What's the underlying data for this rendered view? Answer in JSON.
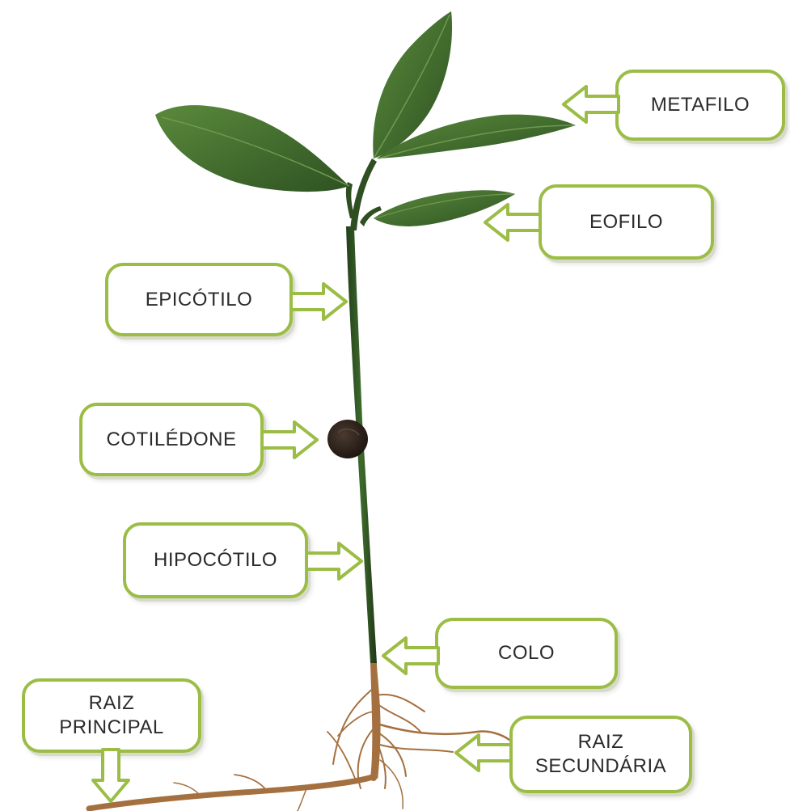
{
  "labels": {
    "metafilo": "METAFILO",
    "eofilo": "EOFILO",
    "epicotilo": "EPICÓTILO",
    "cotiledone": "COTILÉDONE",
    "hipocotilo": "HIPOCÓTILO",
    "colo": "COLO",
    "raiz_principal": "RAIZ\nPRINCIPAL",
    "raiz_secundaria": "RAIZ\nSECUNDÁRIA"
  },
  "colors": {
    "frame_border": "#9bbd45",
    "arrow_fill": "#ffffff",
    "leaf": "#3f6b2f",
    "stem": "#2f4f22",
    "root": "#a5703f",
    "seed": "#2a1e18"
  }
}
